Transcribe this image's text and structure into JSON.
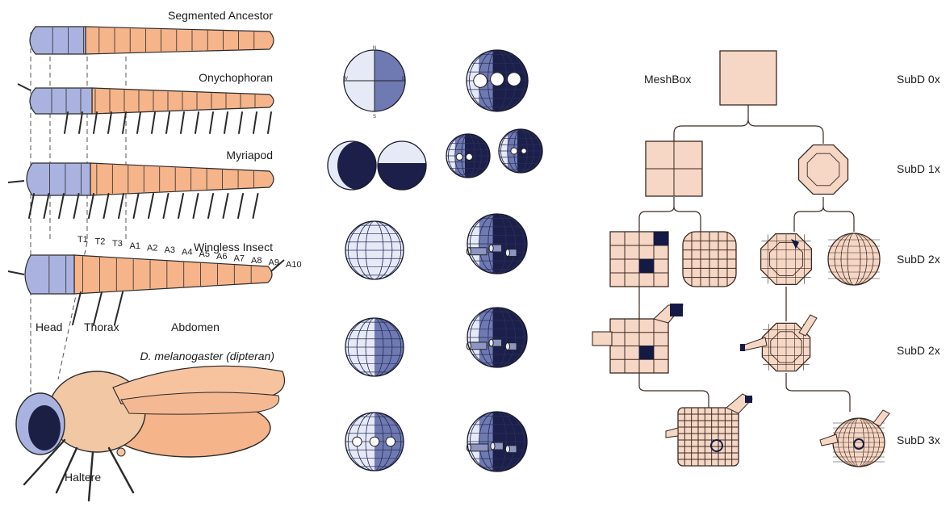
{
  "insects": {
    "labels": {
      "segmented_ancestor": "Segmented Ancestor",
      "onychophoran": "Onychophoran",
      "myriapod": "Myriapod",
      "wingless_insect": "Wingless Insect",
      "head": "Head",
      "thorax": "Thorax",
      "abdomen": "Abdomen",
      "fly_species": "D. melanogaster (dipteran)",
      "haltere": "Haltere"
    },
    "segments": [
      "T1",
      "T2",
      "T3",
      "A1",
      "A2",
      "A3",
      "A4",
      "A5",
      "A6",
      "A7",
      "A8",
      "A9",
      "A10"
    ],
    "colors": {
      "head": "#aab3e0",
      "body": "#f6b48a",
      "outline": "#2a2a2a",
      "dark": "#1b1f44"
    }
  },
  "spheres": {
    "compass": {
      "n": "N",
      "e": "E",
      "s": "S",
      "w": "W"
    },
    "colors": {
      "light": "#e6e9f6",
      "mid": "#6f7ab2",
      "dark": "#1b1f4a"
    }
  },
  "mesh": {
    "meshbox_label": "MeshBox",
    "levels": [
      "SubD 0x",
      "SubD 1x",
      "SubD 2x",
      "SubD 2x",
      "SubD 3x"
    ],
    "colors": {
      "fill": "#f6d6c4",
      "line": "#3a2a22",
      "accent": "#141a44"
    }
  }
}
